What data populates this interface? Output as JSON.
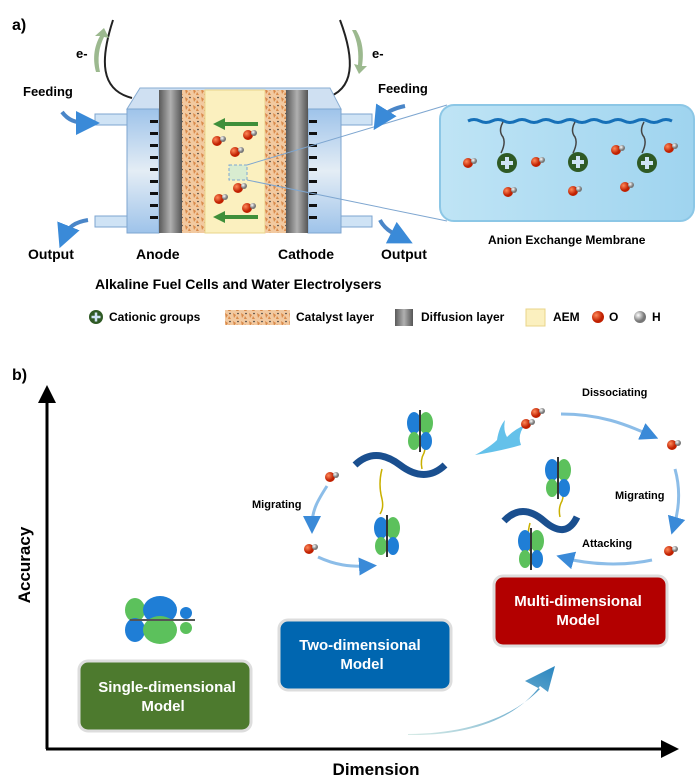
{
  "panel_a": {
    "label": "a)",
    "electron_left": "e-",
    "electron_right": "e-",
    "feeding_left": "Feeding",
    "feeding_right": "Feeding",
    "output_left": "Output",
    "output_right": "Output",
    "anode": "Anode",
    "cathode": "Cathode",
    "title": "Alkaline Fuel Cells and Water Electrolysers",
    "inset_label": "Anion Exchange Membrane",
    "legend": [
      "Cationic groups",
      "Catalyst layer",
      "Diffusion layer",
      "AEM",
      "O",
      "H"
    ]
  },
  "panel_b": {
    "label": "b)",
    "y_axis": "Accuracy",
    "x_axis": "Dimension",
    "boxes": [
      {
        "line1": "Single-dimensional",
        "line2": "Model",
        "color": "#4d7a2e"
      },
      {
        "line1": "Two-dimensional",
        "line2": "Model",
        "color": "#0066b0"
      },
      {
        "line1": "Multi-dimensional",
        "line2": "Model",
        "color": "#b30000"
      }
    ],
    "steps": {
      "migrating_2d": "Migrating",
      "dissociating": "Dissociating",
      "migrating_md": "Migrating",
      "attacking": "Attacking"
    }
  }
}
